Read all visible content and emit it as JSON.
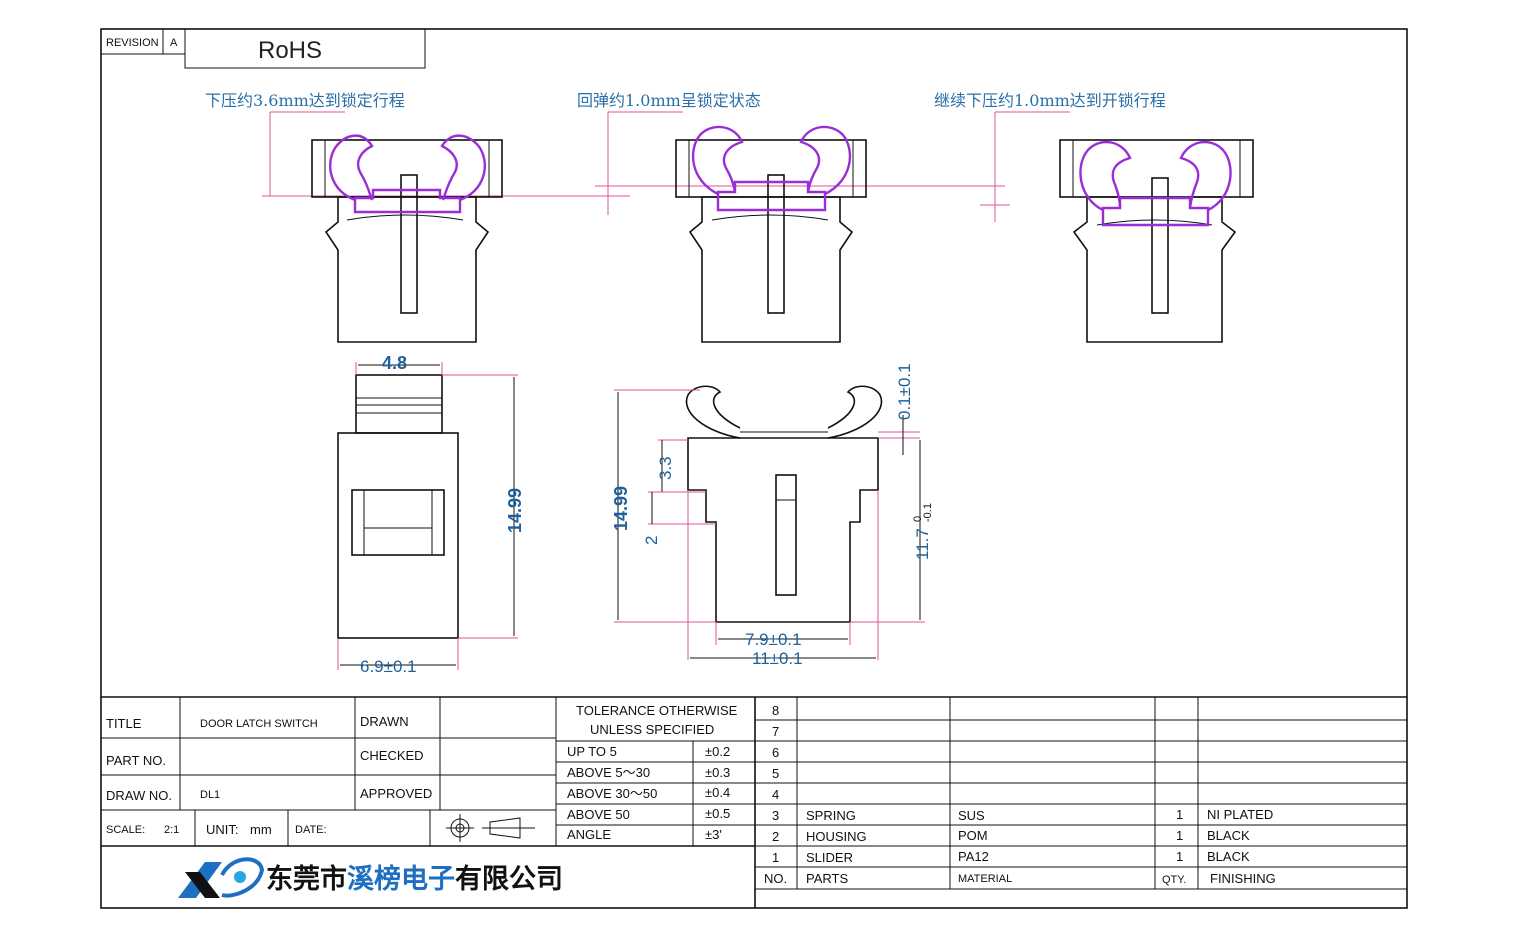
{
  "revision": {
    "label": "REVISION",
    "value": "A",
    "compliance": "RoHS"
  },
  "annotations": {
    "step1": "下压约3.6mm达到锁定行程",
    "step2": "回弹约1.0mm呈锁定状态",
    "step3": "继续下压约1.0mm达到开锁行程"
  },
  "dimensions": {
    "top_width": "4.8",
    "side_height": "14.99",
    "side_width": "6.9±0.1",
    "front_height": "14.99",
    "gap": "0.1±0.1",
    "d33": "3.3",
    "d2": "2",
    "body_height": "11.7",
    "body_height_tol": "0",
    "body_height_tol2": "-0.1",
    "inner_width": "7.9±0.1",
    "outer_width": "11±0.1"
  },
  "title_block": {
    "title_label": "TITLE",
    "title_value": "DOOR LATCH SWITCH",
    "partno_label": "PART NO.",
    "partno_value": "",
    "drawno_label": "DRAW NO.",
    "drawno_value": "DL1",
    "drawn_label": "DRAWN",
    "checked_label": "CHECKED",
    "approved_label": "APPROVED",
    "scale_label": "SCALE:",
    "scale_value": "2:1",
    "unit_label": "UNIT:",
    "unit_value": "mm",
    "date_label": "DATE:"
  },
  "tolerance": {
    "header1": "TOLERANCE OTHERWISE",
    "header2": "UNLESS SPECIFIED",
    "rows": [
      {
        "range": "UP TO 5",
        "tol": "±0.2"
      },
      {
        "range": "ABOVE 5～30",
        "tol": "±0.3"
      },
      {
        "range": "ABOVE 30～50",
        "tol": "±0.4"
      },
      {
        "range": "ABOVE 50",
        "tol": "±0.5"
      },
      {
        "range": "ANGLE",
        "tol": "±3'"
      }
    ]
  },
  "bom": {
    "rows": [
      {
        "no": "8",
        "part": "",
        "material": "",
        "qty": "",
        "finish": ""
      },
      {
        "no": "7",
        "part": "",
        "material": "",
        "qty": "",
        "finish": ""
      },
      {
        "no": "6",
        "part": "",
        "material": "",
        "qty": "",
        "finish": ""
      },
      {
        "no": "5",
        "part": "",
        "material": "",
        "qty": "",
        "finish": ""
      },
      {
        "no": "4",
        "part": "",
        "material": "",
        "qty": "",
        "finish": ""
      },
      {
        "no": "3",
        "part": "SPRING",
        "material": "SUS",
        "qty": "1",
        "finish": "NI PLATED"
      },
      {
        "no": "2",
        "part": "HOUSING",
        "material": "POM",
        "qty": "1",
        "finish": "BLACK"
      },
      {
        "no": "1",
        "part": "SLIDER",
        "material": "PA12",
        "qty": "1",
        "finish": "BLACK"
      }
    ],
    "header": {
      "no": "NO.",
      "part": "PARTS",
      "material": "MATERIAL",
      "qty": "QTY.",
      "finish": "FINISHING"
    }
  },
  "company": {
    "name_a": "东莞市",
    "name_b": "溪榜电子",
    "name_c": "有限公司"
  },
  "colors": {
    "annotation": "#2a6fa8",
    "spring": "#9a2ed6",
    "dimension_line": "#e0509a",
    "logo_blue": "#1e6fc2"
  }
}
